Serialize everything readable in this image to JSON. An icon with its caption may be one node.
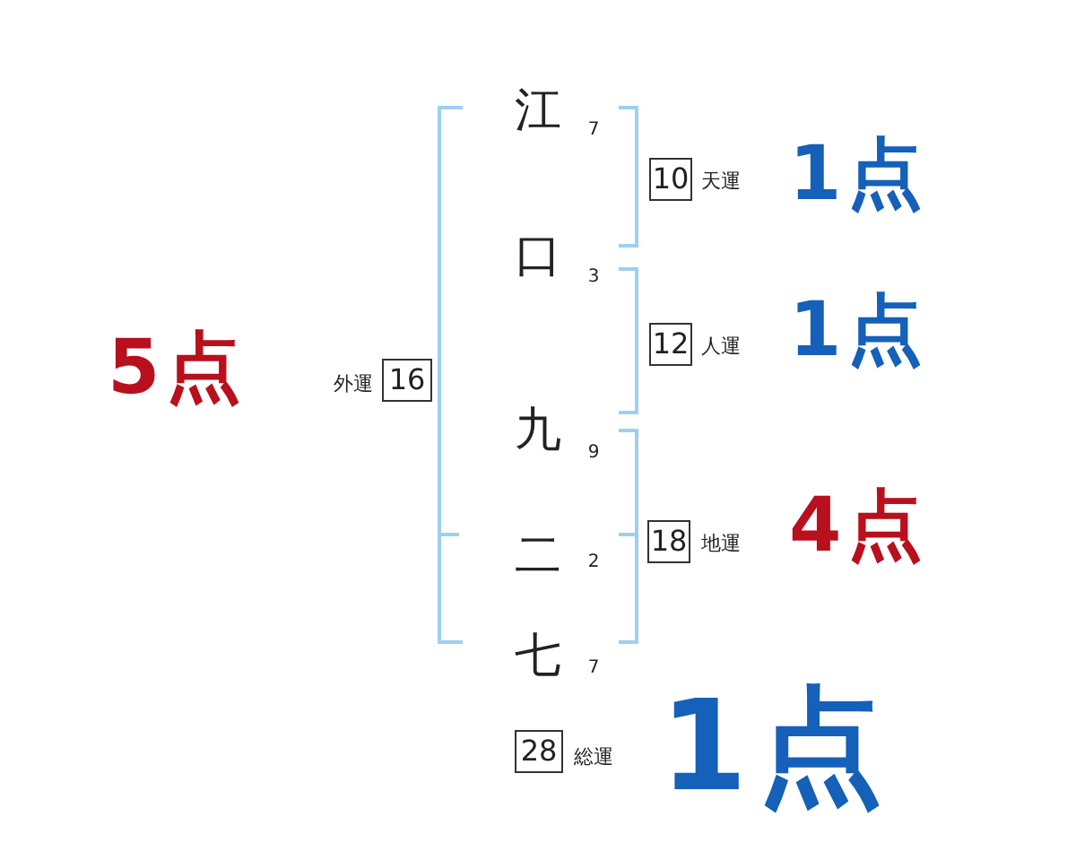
{
  "diagram": {
    "nodes": [
      {
        "text": [
          "10"
        ],
        "beside": [
          "天運",
          "1点"
        ]
      },
      {
        "text": [
          "12"
        ],
        "beside": [
          "人運",
          "1点"
        ]
      },
      {
        "text": [
          "16"
        ],
        "beside": [
          "外運",
          "5点"
        ]
      },
      {
        "text": [
          "18"
        ],
        "beside": [
          "地運",
          "4点"
        ]
      },
      {
        "text": [
          "28"
        ],
        "beside": [
          "総運",
          "1点"
        ]
      }
    ],
    "labels": [
      "江",
      "7",
      "口",
      "3",
      "九",
      "9",
      "二",
      "2",
      "七",
      "7"
    ]
  }
}
